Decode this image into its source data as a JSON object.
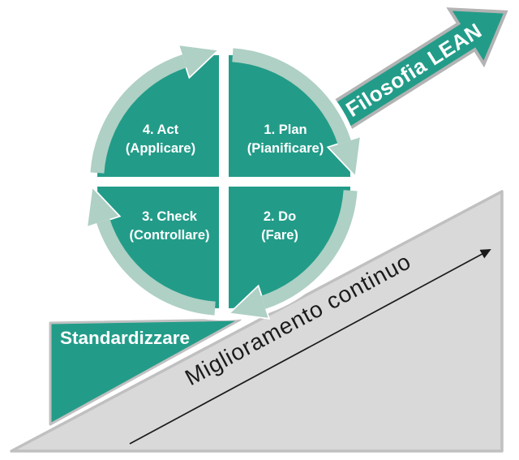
{
  "colors": {
    "teal": "#229C89",
    "ring": "#AFD0C4",
    "slope-fill": "#D9D9D9",
    "slope-border": "#C0C0C0",
    "arrow-outline": "#B3B3B3",
    "ink": "#1A1A1A",
    "label-white": "#FFFFFF"
  },
  "cycle": {
    "quadrants": {
      "plan": {
        "title": "1. Plan",
        "subtitle": "(Pianificare)"
      },
      "do": {
        "title": "2. Do",
        "subtitle": "(Fare)"
      },
      "check": {
        "title": "3. Check",
        "subtitle": "(Controllare)"
      },
      "act": {
        "title": "4. Act",
        "subtitle": "(Applicare)"
      }
    }
  },
  "lean_arrow": {
    "label": "Filosofia LEAN"
  },
  "slope": {
    "label": "Miglioramento continuo"
  },
  "standardize": {
    "label": "Standardizzare"
  }
}
